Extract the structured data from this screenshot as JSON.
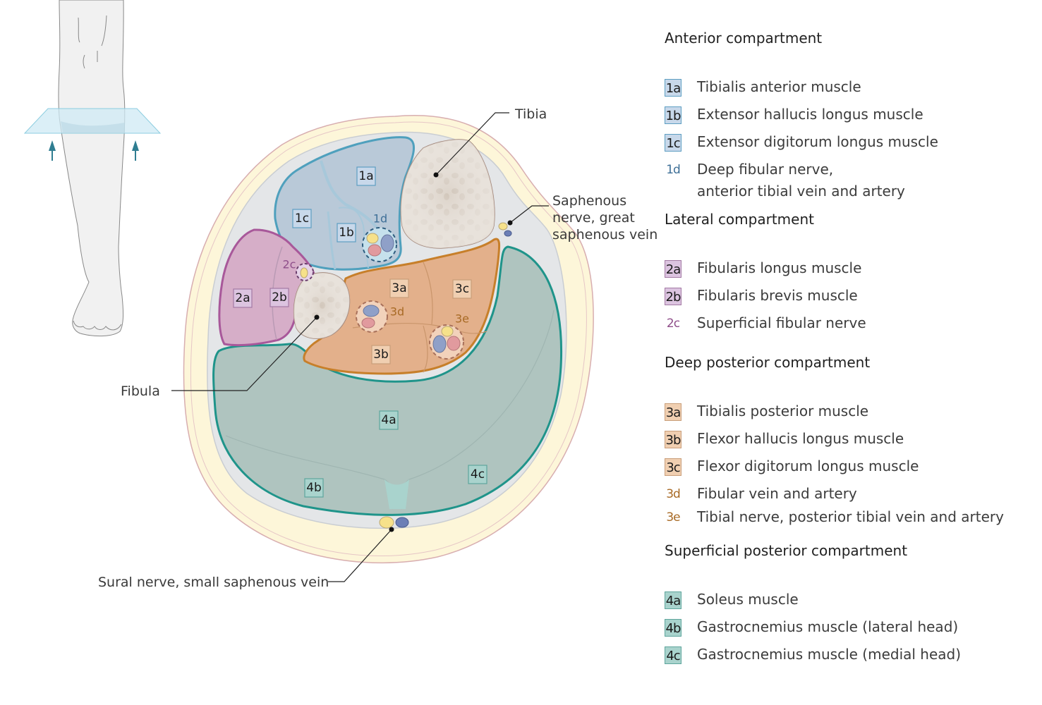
{
  "colors": {
    "compartment1": {
      "fill": "#b9c9d8",
      "border": "#4fa0bd",
      "badge_bg": "#c8d8ea",
      "badge_border": "#5d9ec2",
      "text": "#3e6f97"
    },
    "compartment2": {
      "fill": "#d6aec8",
      "border": "#a8589a",
      "badge_bg": "#dcc4e0",
      "badge_border": "#a37aa4",
      "text": "#8f4e8a"
    },
    "compartment3": {
      "fill": "#e3b08b",
      "border": "#c77f2a",
      "badge_bg": "#f0cfb1",
      "badge_border": "#c99e7a",
      "text": "#a86a25"
    },
    "compartment4": {
      "fill": "#afc4bf",
      "border": "#1f948a",
      "badge_bg": "#a9d3cd",
      "badge_border": "#5ea59c",
      "text": "#1f1f1f"
    },
    "skin_fat": "#fdf6d9",
    "fascia": "#e4e6e8",
    "bone": "#d9d0c6",
    "nerve": "#f6e18a",
    "vein": "#8fa0c8",
    "artery": "#e19a9e",
    "arrow": "#2f7d91",
    "plane": "#d4ecf5"
  },
  "diagram": {
    "labels": {
      "tibia": "Tibia",
      "fibula": "Fibula",
      "saphenous_line1": "Saphenous",
      "saphenous_line2": "nerve, great",
      "saphenous_line3": "saphenous vein",
      "sural": "Sural nerve, small saphenous vein"
    },
    "tags": {
      "1a": "1a",
      "1b": "1b",
      "1c": "1c",
      "1d": "1d",
      "2a": "2a",
      "2b": "2b",
      "2c": "2c",
      "3a": "3a",
      "3b": "3b",
      "3c": "3c",
      "3d": "3d",
      "3e": "3e",
      "4a": "4a",
      "4b": "4b",
      "4c": "4c"
    }
  },
  "legend": {
    "sections": [
      {
        "title": "Anterior compartment",
        "items": [
          {
            "code": "1a",
            "text": "Tibialis anterior muscle",
            "boxed": true
          },
          {
            "code": "1b",
            "text": "Extensor hallucis longus muscle",
            "boxed": true
          },
          {
            "code": "1c",
            "text": "Extensor digitorum longus muscle",
            "boxed": true
          },
          {
            "code": "1d",
            "text": "Deep fibular nerve,",
            "text2": "anterior tibial vein and artery",
            "boxed": false
          }
        ]
      },
      {
        "title": "Lateral compartment",
        "items": [
          {
            "code": "2a",
            "text": "Fibularis longus muscle",
            "boxed": true
          },
          {
            "code": "2b",
            "text": "Fibularis brevis muscle",
            "boxed": true
          },
          {
            "code": "2c",
            "text": "Superficial fibular nerve",
            "boxed": false
          }
        ]
      },
      {
        "title": "Deep posterior compartment",
        "items": [
          {
            "code": "3a",
            "text": "Tibialis posterior muscle",
            "boxed": true
          },
          {
            "code": "3b",
            "text": "Flexor hallucis longus muscle",
            "boxed": true
          },
          {
            "code": "3c",
            "text": "Flexor digitorum longus muscle",
            "boxed": true
          },
          {
            "code": "3d",
            "text": "Fibular vein and artery",
            "boxed": false
          },
          {
            "code": "3e",
            "text": "Tibial nerve, posterior tibial vein and artery",
            "boxed": false
          }
        ]
      },
      {
        "title": "Superficial posterior compartment",
        "items": [
          {
            "code": "4a",
            "text": "Soleus muscle",
            "boxed": true
          },
          {
            "code": "4b",
            "text": "Gastrocnemius muscle (lateral head)",
            "boxed": true
          },
          {
            "code": "4c",
            "text": "Gastrocnemius muscle (medial head)",
            "boxed": true
          }
        ]
      }
    ]
  }
}
